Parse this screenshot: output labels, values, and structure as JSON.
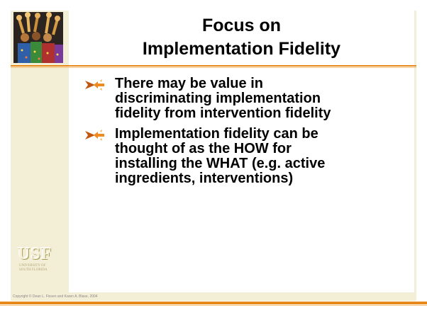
{
  "slide": {
    "title_line1": "Focus on",
    "title_line2": "Implementation Fidelity",
    "bullets": [
      {
        "lines": [
          "There may be value in",
          "discriminating implementation",
          "fidelity from intervention fidelity"
        ]
      },
      {
        "lines": [
          "Implementation fidelity can be",
          "thought of as the HOW for",
          "installing the WHAT (e.g. active",
          "ingredients, interventions)"
        ]
      }
    ],
    "bullet_icon": "arrow-bullet-icon",
    "copyright": "Copyright © Dean L. Fixsen and Karen A. Blase, 2004"
  },
  "logo": {
    "text": "USF",
    "sub_line1": "UNIVERSITY OF",
    "sub_line2": "SOUTH FLORIDA"
  },
  "colors": {
    "accent": "#e7891b",
    "sidebar": "#f3eed6",
    "text": "#000000"
  }
}
